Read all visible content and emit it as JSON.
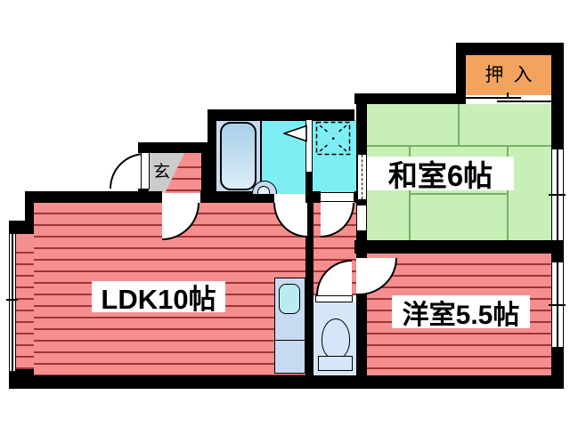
{
  "plan": {
    "title": "1LDK apartment floor plan",
    "rooms": {
      "ldk": {
        "label": "LDK10帖",
        "size_jo": 10
      },
      "japanese_room": {
        "label": "和室6帖",
        "size_jo": 6
      },
      "western_room": {
        "label": "洋室5.5帖",
        "size_jo": 5.5
      },
      "closet": {
        "label": "押入"
      },
      "entrance": {
        "label": "玄"
      }
    },
    "colors": {
      "wall": "#000000",
      "ldk_floor": "#F58F8F",
      "ldk_stripe": "#A03434",
      "japanese_room_floor": "#C8EFB5",
      "tatami_line": "#79AE6A",
      "closet_floor": "#F2A45F",
      "wet_area_floor": "#7DEFF4",
      "bath_floor": "#C8DAF2",
      "bathtub_fill": "#C2E0F2",
      "toilet_floor": "#D6E6F8",
      "kitchen_sink_fill": "#B9ECF0",
      "entrance_floor": "#CBCBCB"
    },
    "fixtures": [
      "bathtub",
      "washbasin",
      "washing-machine-pan",
      "folding-door",
      "toilet",
      "kitchen-counter",
      "kitchen-sink",
      "entrance-door",
      "sliding-door",
      "fusuma-sliding-doors",
      "window"
    ]
  }
}
